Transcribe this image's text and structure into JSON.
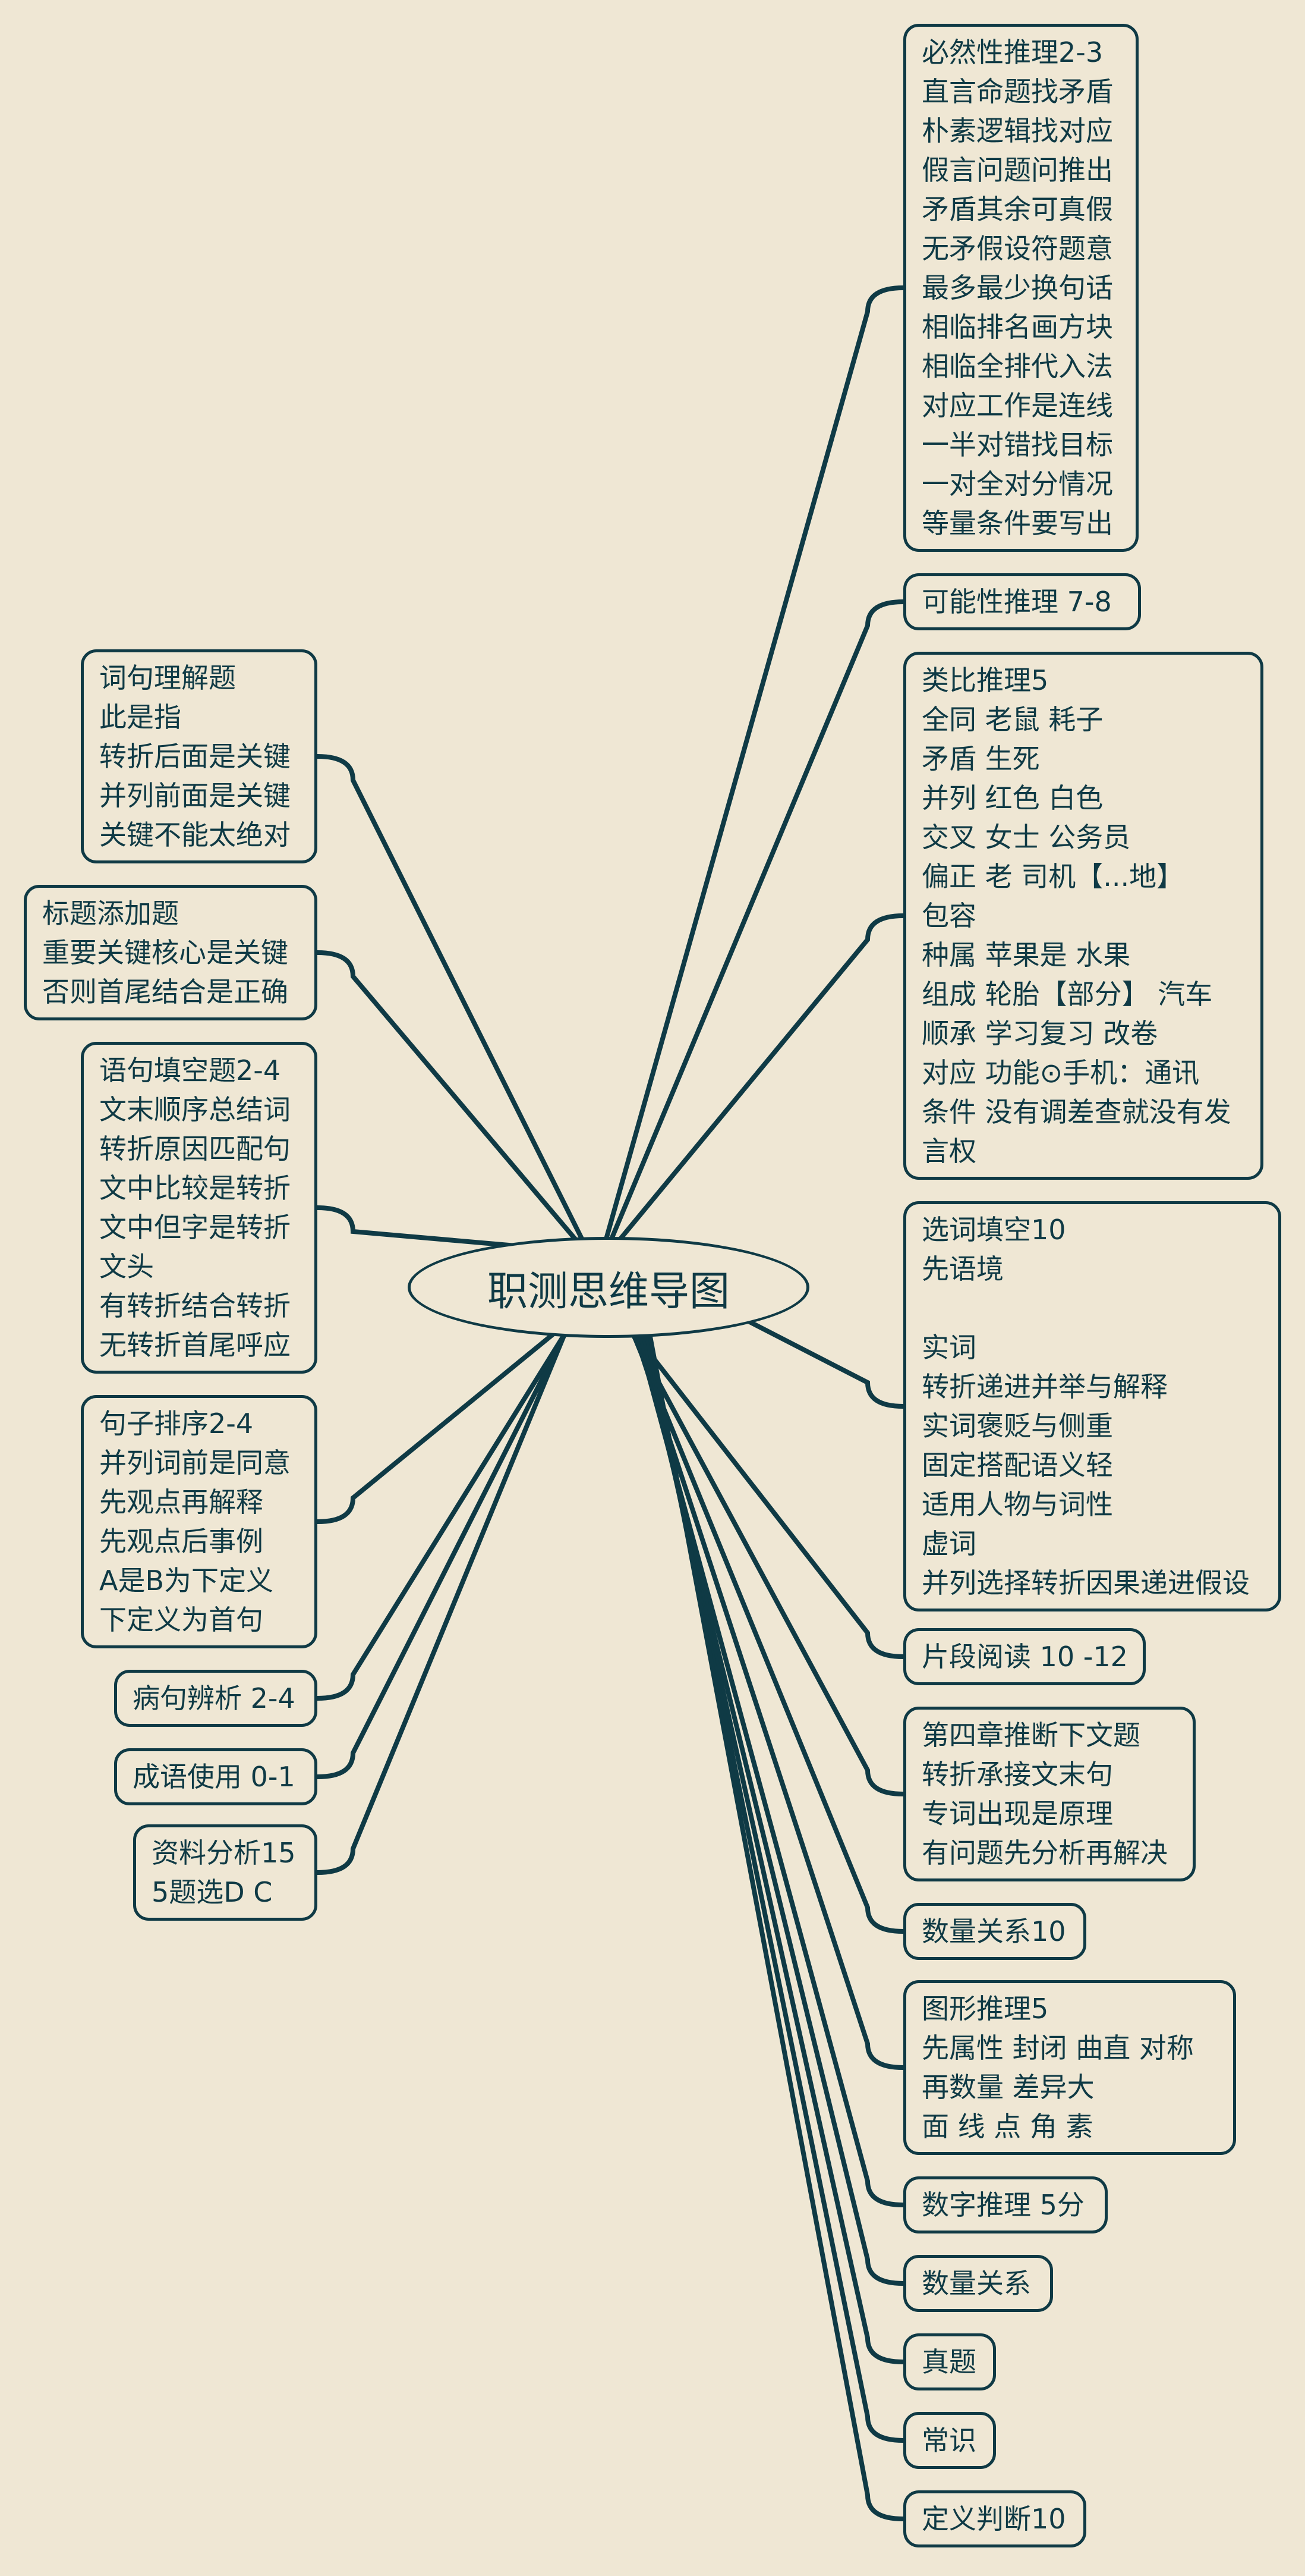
{
  "center": {
    "label": "职测思维导图"
  },
  "colors": {
    "background": "#efe7d4",
    "line": "#0f3a45"
  },
  "right_topics": [
    {
      "id": "r0",
      "lines": [
        "必然性推理2-3",
        "直言命题找矛盾",
        "朴素逻辑找对应",
        "假言问题问推出",
        "矛盾其余可真假",
        "无矛假设符题意",
        "最多最少换句话",
        "相临排名画方块",
        "相临全排代入法",
        "对应工作是连线",
        "一半对错找目标",
        "一对全对分情况",
        "等量条件要写出"
      ]
    },
    {
      "id": "r1",
      "lines": [
        "可能性推理  7-8"
      ]
    },
    {
      "id": "r2",
      "lines": [
        "类比推理5",
        "全同 老鼠 耗子",
        "矛盾  生死",
        "并列  红色  白色",
        "交叉  女士  公务员",
        "偏正 老 司机【...地】",
        "包容",
        "种属 苹果是 水果",
        "组成  轮胎【部分】 汽车",
        "顺承 学习复习 改卷",
        "对应 功能⊙手机：通讯",
        "条件 没有调差查就没有发",
        "言权"
      ]
    },
    {
      "id": "r3",
      "lines": [
        "选词填空10",
        "先语境",
        "",
        "实词",
        "转折递进并举与解释",
        "实词褒贬与侧重",
        "固定搭配语义轻",
        "适用人物与词性",
        "虚词",
        "并列选择转折因果递进假设"
      ]
    },
    {
      "id": "r4",
      "lines": [
        "片段阅读 10 -12"
      ]
    },
    {
      "id": "r5",
      "lines": [
        "第四章推断下文题",
        "转折承接文末句",
        "专词出现是原理",
        "有问题先分析再解决"
      ]
    },
    {
      "id": "r6",
      "lines": [
        "数量关系10"
      ]
    },
    {
      "id": "r7",
      "lines": [
        "图形推理5",
        "先属性  封闭 曲直  对称",
        "再数量  差异大",
        "面 线 点  角 素"
      ]
    },
    {
      "id": "r8",
      "lines": [
        "数字推理 5分"
      ]
    },
    {
      "id": "r9",
      "lines": [
        "数量关系"
      ]
    },
    {
      "id": "r10",
      "lines": [
        "真题"
      ]
    },
    {
      "id": "r11",
      "lines": [
        "常识"
      ]
    },
    {
      "id": "r12",
      "lines": [
        "定义判断10"
      ]
    }
  ],
  "left_topics": [
    {
      "id": "l0",
      "lines": [
        "词句理解题",
        "此是指",
        "转折后面是关键",
        "并列前面是关键",
        "关键不能太绝对"
      ]
    },
    {
      "id": "l1",
      "lines": [
        "标题添加题",
        "重要关键核心是关键",
        "否则首尾结合是正确"
      ]
    },
    {
      "id": "l2",
      "lines": [
        "语句填空题2-4",
        "文末顺序总结词",
        "转折原因匹配句",
        "文中比较是转折",
        "文中但字是转折",
        "文头",
        "有转折结合转折",
        "无转折首尾呼应"
      ]
    },
    {
      "id": "l3",
      "lines": [
        "句子排序2-4",
        "并列词前是同意",
        "先观点再解释",
        "先观点后事例",
        "A是B为下定义",
        "下定义为首句"
      ]
    },
    {
      "id": "l4",
      "lines": [
        "病句辨析 2-4"
      ]
    },
    {
      "id": "l5",
      "lines": [
        "成语使用 0-1"
      ]
    },
    {
      "id": "l6",
      "lines": [
        "资料分析15",
        "5题选D C"
      ]
    }
  ]
}
